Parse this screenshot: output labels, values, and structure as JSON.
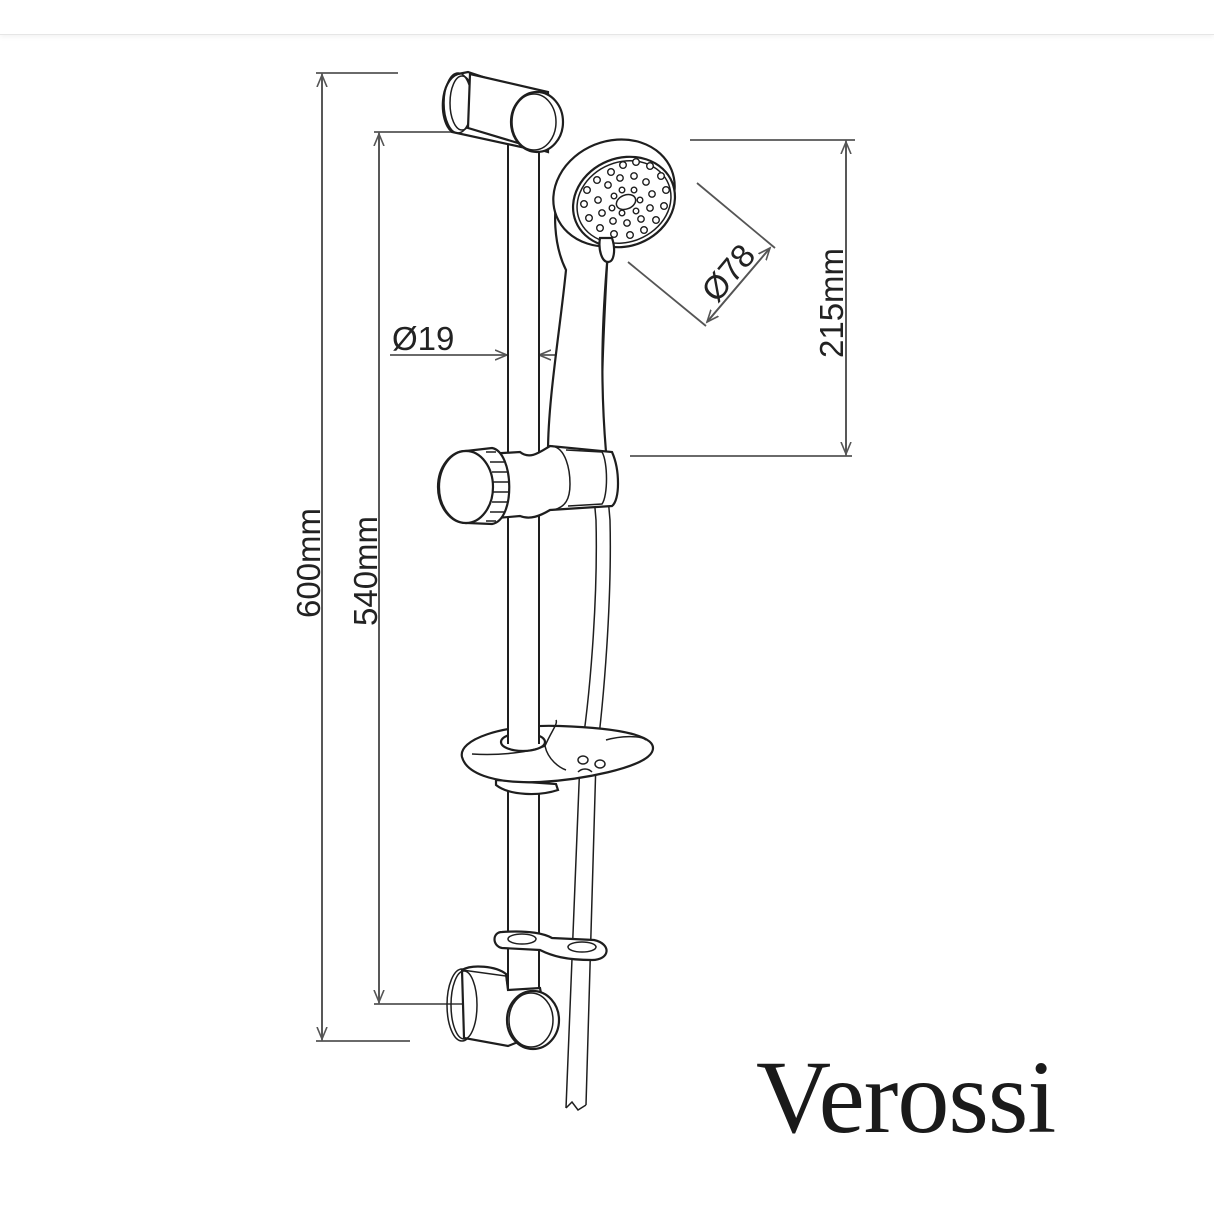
{
  "page": {
    "type": "technical-drawing",
    "subject": "shower rail kit with hand shower, slider, soap dish and hose"
  },
  "dimensions": {
    "overall_height": "600mm",
    "bracket_spacing": "540mm",
    "rail_diameter": "Ø19",
    "head_diameter": "Ø78",
    "handset_length": "215mm"
  },
  "brand": {
    "name": "Verossi"
  },
  "colors": {
    "line": "#1e1e1e",
    "dimension_line": "#555555",
    "text": "#222222",
    "background": "#ffffff"
  }
}
